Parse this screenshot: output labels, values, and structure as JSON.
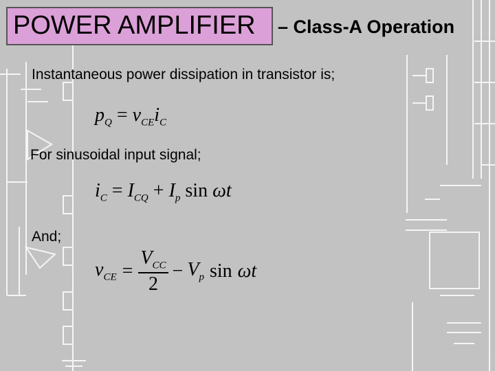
{
  "slide": {
    "title_box_text": "POWER AMPLIFIER",
    "title_rest": "– Class-A Operation",
    "lines": [
      "Instantaneous power dissipation in transistor is;",
      "For sinusoidal input signal;",
      "And;"
    ],
    "eq1": {
      "lhs_var": "p",
      "lhs_sub": "Q",
      "eq": "=",
      "t1": "v",
      "t1_sub": "CE",
      "t2": "i",
      "t2_sub": "C"
    },
    "eq2": {
      "lhs_var": "i",
      "lhs_sub": "C",
      "eq": "=",
      "t1": "I",
      "t1_sub": "CQ",
      "plus": "+",
      "t2": "I",
      "t2_sub": "p",
      "fn": "sin",
      "arg": "ωt"
    },
    "eq3": {
      "lhs_var": "v",
      "lhs_sub": "CE",
      "eq": "=",
      "num": "V",
      "num_sub": "CC",
      "den": "2",
      "minus": "−",
      "t2": "V",
      "t2_sub": "p",
      "fn": "sin",
      "arg": "ωt"
    }
  },
  "colors": {
    "background": "#c2c2c2",
    "title_box_fill": "#dca0d8",
    "schematic_line": "#ffffff"
  }
}
